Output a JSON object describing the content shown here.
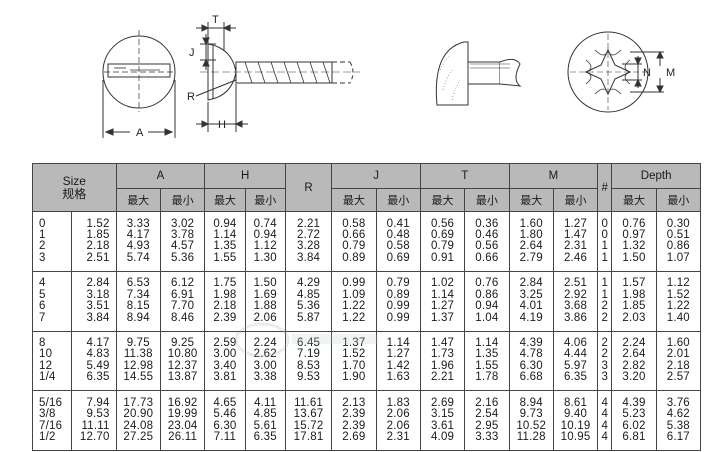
{
  "drawing_labels": {
    "view2_top_dim": "T",
    "view2_j_dim": "J",
    "view2_r_dim": "R",
    "view2_h_dim": "H",
    "view1_a_dim": "A",
    "view4_n_dim": "N",
    "view4_m_dim": "M"
  },
  "table": {
    "header": {
      "size": "Size",
      "size_cn": "规格",
      "a": "A",
      "h": "H",
      "r": "R",
      "j": "J",
      "t": "T",
      "m": "M",
      "hash": "#",
      "depth": "Depth",
      "max": "最大",
      "min": "最小"
    },
    "groups": [
      {
        "size_frac": [
          "0",
          "1",
          "2",
          "3"
        ],
        "size_dec": [
          "1.52",
          "1.85",
          "2.18",
          "2.51"
        ],
        "a_max": [
          "3.33",
          "4.17",
          "4.93",
          "5.74"
        ],
        "a_min": [
          "3.02",
          "3.78",
          "4.57",
          "5.36"
        ],
        "h_max": [
          "0.94",
          "1.14",
          "1.35",
          "1.55"
        ],
        "h_min": [
          "0.74",
          "0.94",
          "1.12",
          "1.30"
        ],
        "r": [
          "2.21",
          "2.72",
          "3.28",
          "3.84"
        ],
        "j_max": [
          "0.58",
          "0.66",
          "0.79",
          "0.89"
        ],
        "j_min": [
          "0.41",
          "0.48",
          "0.58",
          "0.69"
        ],
        "t_max": [
          "0.56",
          "0.69",
          "0.79",
          "0.91"
        ],
        "t_min": [
          "0.36",
          "0.46",
          "0.56",
          "0.66"
        ],
        "m_max": [
          "1.60",
          "1.80",
          "2.64",
          "2.79"
        ],
        "m_min": [
          "1.27",
          "1.47",
          "2.31",
          "2.46"
        ],
        "hash": [
          "0",
          "0",
          "1",
          "1"
        ],
        "d_max": [
          "0.76",
          "0.97",
          "1.32",
          "1.50"
        ],
        "d_min": [
          "0.30",
          "0.51",
          "0.86",
          "1.07"
        ]
      },
      {
        "size_frac": [
          "4",
          "5",
          "6",
          "7"
        ],
        "size_dec": [
          "2.84",
          "3.18",
          "3.51",
          "3.84"
        ],
        "a_max": [
          "6.53",
          "7.34",
          "8.15",
          "8.94"
        ],
        "a_min": [
          "6.12",
          "6.91",
          "7.70",
          "8.46"
        ],
        "h_max": [
          "1.75",
          "1.98",
          "2.18",
          "2.39"
        ],
        "h_min": [
          "1.50",
          "1.69",
          "1.88",
          "2.06"
        ],
        "r": [
          "4.29",
          "4.85",
          "5.36",
          "5.87"
        ],
        "j_max": [
          "0.99",
          "1.09",
          "1.22",
          "1.22"
        ],
        "j_min": [
          "0.79",
          "0.89",
          "0.99",
          "0.99"
        ],
        "t_max": [
          "1.02",
          "1.14",
          "1.27",
          "1.37"
        ],
        "t_min": [
          "0.76",
          "0.86",
          "0.94",
          "1.04"
        ],
        "m_max": [
          "2.84",
          "3.25",
          "4.01",
          "4.19"
        ],
        "m_min": [
          "2.51",
          "2.92",
          "3.68",
          "3.86"
        ],
        "hash": [
          "1",
          "1",
          "2",
          "2"
        ],
        "d_max": [
          "1.57",
          "1.98",
          "1.85",
          "2.03"
        ],
        "d_min": [
          "1.12",
          "1.52",
          "1.22",
          "1.40"
        ]
      },
      {
        "size_frac": [
          "8",
          "10",
          "12",
          "1/4"
        ],
        "size_dec": [
          "4.17",
          "4.83",
          "5.49",
          "6.35"
        ],
        "a_max": [
          "9.75",
          "11.38",
          "12.98",
          "14.55"
        ],
        "a_min": [
          "9.25",
          "10.80",
          "12.37",
          "13.87"
        ],
        "h_max": [
          "2.59",
          "3.00",
          "3.40",
          "3.81"
        ],
        "h_min": [
          "2.24",
          "2.62",
          "3.00",
          "3.38"
        ],
        "r": [
          "6.45",
          "7.19",
          "8.53",
          "9.53"
        ],
        "j_max": [
          "1.37",
          "1.52",
          "1.70",
          "1.90"
        ],
        "j_min": [
          "1.14",
          "1.27",
          "1.42",
          "1.63"
        ],
        "t_max": [
          "1.47",
          "1.73",
          "1.96",
          "2.21"
        ],
        "t_min": [
          "1.14",
          "1.35",
          "1.55",
          "1.78"
        ],
        "m_max": [
          "4.39",
          "4.78",
          "6.30",
          "6.68"
        ],
        "m_min": [
          "4.06",
          "4.44",
          "5.97",
          "6.35"
        ],
        "hash": [
          "2",
          "2",
          "3",
          "3"
        ],
        "d_max": [
          "2.24",
          "2.64",
          "2.82",
          "3.20"
        ],
        "d_min": [
          "1.60",
          "2.01",
          "2.18",
          "2.57"
        ]
      },
      {
        "size_frac": [
          "5/16",
          "3/8",
          "7/16",
          "1/2"
        ],
        "size_dec": [
          "7.94",
          "9.53",
          "11.11",
          "12.70"
        ],
        "a_max": [
          "17.73",
          "20.90",
          "24.08",
          "27.25"
        ],
        "a_min": [
          "16.92",
          "19.99",
          "23.04",
          "26.11"
        ],
        "h_max": [
          "4.65",
          "5.46",
          "6.30",
          "7.11"
        ],
        "h_min": [
          "4.11",
          "4.85",
          "5.61",
          "6.35"
        ],
        "r": [
          "11.61",
          "13.67",
          "15.72",
          "17.81"
        ],
        "j_max": [
          "2.13",
          "2.39",
          "2.39",
          "2.69"
        ],
        "j_min": [
          "1.83",
          "2.06",
          "2.06",
          "2.31"
        ],
        "t_max": [
          "2.69",
          "3.15",
          "3.61",
          "4.09"
        ],
        "t_min": [
          "2.16",
          "2.54",
          "2.95",
          "3.33"
        ],
        "m_max": [
          "8.94",
          "9.73",
          "10.52",
          "11.28"
        ],
        "m_min": [
          "8.61",
          "9.40",
          "10.19",
          "10.95"
        ],
        "hash": [
          "4",
          "4",
          "4",
          "4"
        ],
        "d_max": [
          "4.39",
          "5.23",
          "6.02",
          "6.81"
        ],
        "d_min": [
          "3.76",
          "4.62",
          "5.38",
          "6.17"
        ]
      }
    ]
  }
}
